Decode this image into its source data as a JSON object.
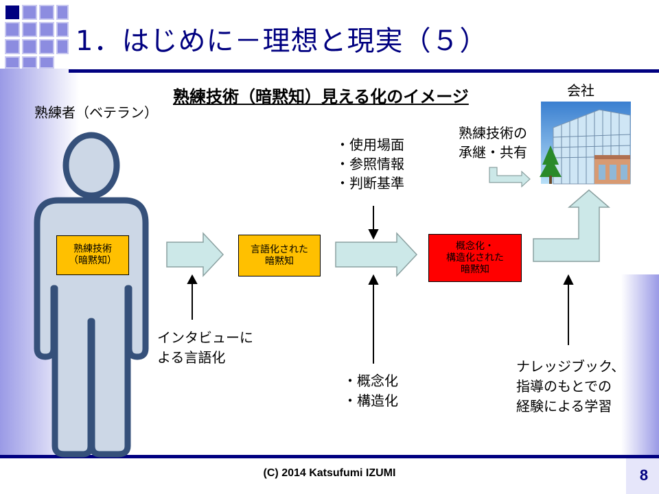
{
  "title": "1．はじめに－理想と現実（５）",
  "subtitle": "熟練技術（暗黙知）見える化のイメージ",
  "veteran_label": "熟練者（ベテラン）",
  "company_label": "会社",
  "person_box": {
    "line1": "熟練技術",
    "line2": "（暗黙知）",
    "color": "#ffc000"
  },
  "box_verbalized": {
    "line1": "言語化された",
    "line2": "暗黙知",
    "color": "#ffc000"
  },
  "box_structured": {
    "line1": "概念化・",
    "line2": "構造化された",
    "line3": "暗黙知",
    "color": "#ff0000"
  },
  "inputs_top": [
    "・使用場面",
    "・参照情報",
    "・判断基準"
  ],
  "inputs_bottom": [
    "・概念化",
    "・構造化"
  ],
  "interview_note": [
    "インタビューに",
    "よる言語化"
  ],
  "learning_note": [
    "ナレッジブック、",
    "指導のもとでの",
    "経験による学習"
  ],
  "succession_note": [
    "熟練技術の",
    "承継・共有"
  ],
  "footer": "(C) 2014 Katsufumi IZUMI",
  "page_number": "8",
  "colors": {
    "accent": "#000080",
    "arrow_fill": "#cce8e8",
    "figure_fill": "#ccd7e6",
    "figure_stroke": "#35507a"
  }
}
